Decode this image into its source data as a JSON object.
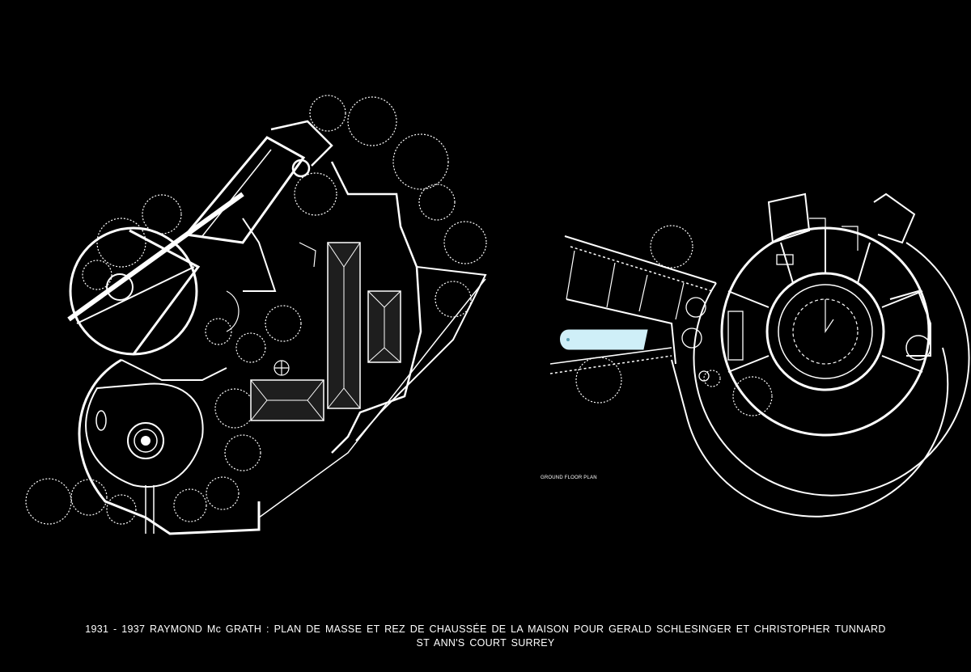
{
  "colors": {
    "background": "#000000",
    "linework": "#ffffff",
    "roof": "#1e1e1e",
    "pool": "#cfeff8"
  },
  "ground_floor_label": "GROUND FLOOR PLAN",
  "caption": {
    "line1": "1931 - 1937 RAYMOND Mc GRATH : PLAN DE MASSE ET REZ DE CHAUSSÉE DE LA MAISON POUR GERALD SCHLESINGER ET CHRISTOPHER TUNNARD",
    "line2": "ST ANN'S COURT SURREY"
  }
}
